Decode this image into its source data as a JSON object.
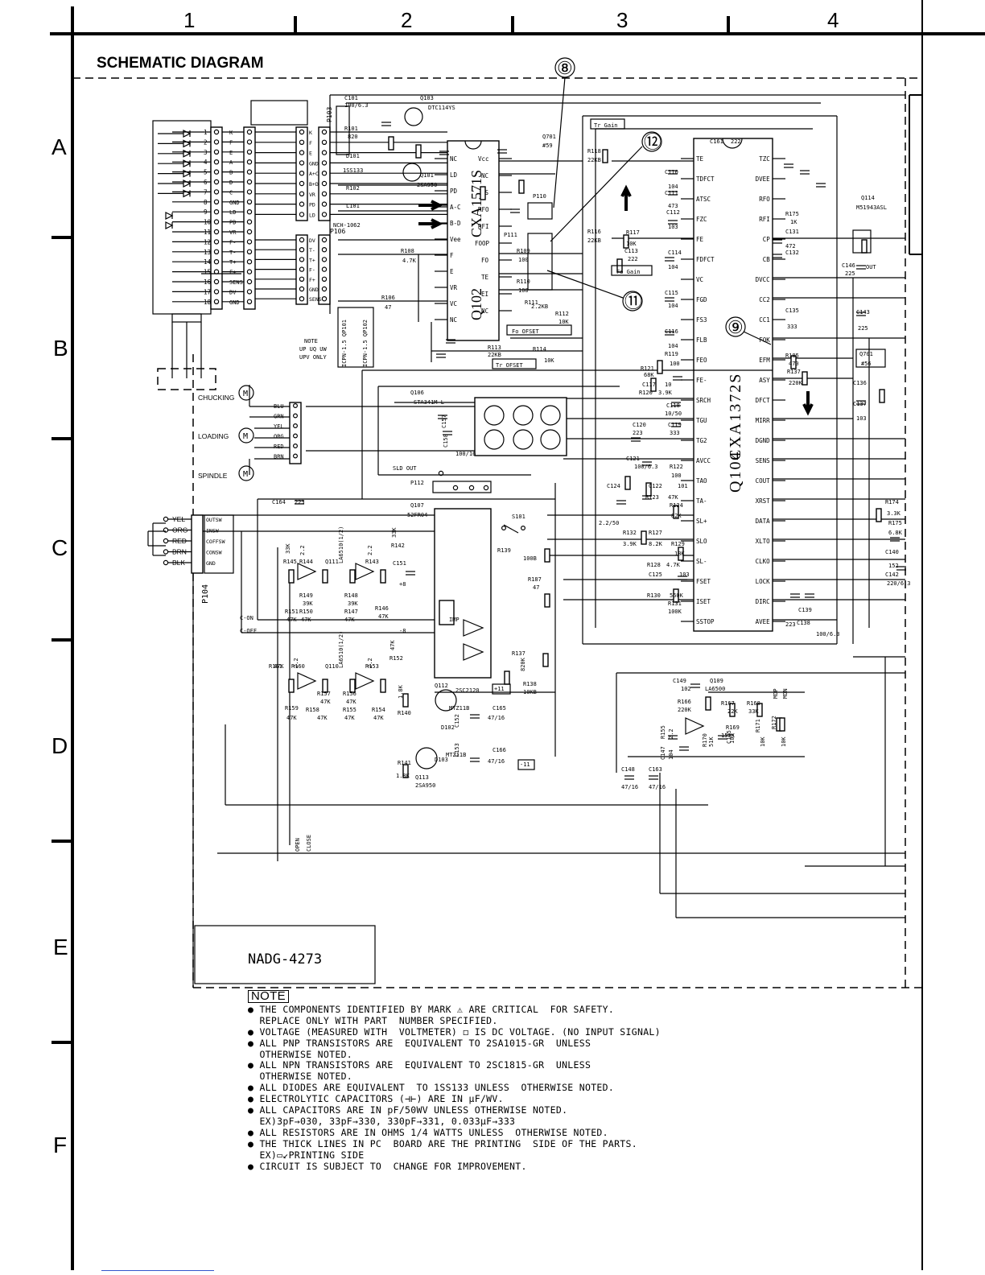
{
  "title": "SCHEMATIC DIAGRAM",
  "columns": [
    "1",
    "2",
    "3",
    "4"
  ],
  "rows": [
    "A",
    "B",
    "C",
    "D",
    "E",
    "F"
  ],
  "callouts": [
    "⑧",
    "⑫",
    "⑪",
    "⑨"
  ],
  "ics": {
    "q102": {
      "part": "CXA1571S",
      "ref": "Q102",
      "pins_left": [
        "NC",
        "LD",
        "PD",
        "A-C",
        "B-D",
        "Vee",
        "F",
        "E",
        "VR",
        "VC",
        "NC"
      ],
      "pins_right": [
        "Vcc",
        "NC",
        "LS",
        "RFO",
        "RFI",
        "FOOP",
        "FO",
        "TE",
        "EI",
        "NC"
      ]
    },
    "q104": {
      "part": "CXA1372S",
      "ref": "Q104",
      "pins_left": [
        "TE",
        "TDFCT",
        "ATSC",
        "FZC",
        "FE",
        "FDFCT",
        "VC",
        "FGD",
        "FS3",
        "FLB",
        "FEO",
        "FE-",
        "SRCH",
        "TGU",
        "TG2",
        "AVCC",
        "TAO",
        "TA-",
        "SL+",
        "SLO",
        "SL-",
        "FSET",
        "ISET",
        "SSTOP"
      ],
      "pins_right": [
        "TZC",
        "DVEE",
        "RFO",
        "RFI",
        "CP",
        "CB",
        "DVCC",
        "CC2",
        "CC1",
        "FOK",
        "EFM",
        "ASY",
        "DFCT",
        "MIRR",
        "DGND",
        "SENS",
        "COUT",
        "XRST",
        "DATA",
        "XLTO",
        "CLKO",
        "LOCK",
        "DIRC",
        "AVEE"
      ]
    }
  },
  "connector_left": {
    "pins": [
      "1",
      "2",
      "3",
      "4",
      "5",
      "6",
      "7",
      "8",
      "9",
      "10",
      "11",
      "12",
      "13",
      "14",
      "15",
      "16",
      "17",
      "18"
    ],
    "signals": [
      "K",
      "F",
      "E",
      "A",
      "B",
      "D",
      "C",
      "GND",
      "LD",
      "PD",
      "VR",
      "F-",
      "T-",
      "T+",
      "F+",
      "SENS",
      "DV",
      "GND"
    ]
  },
  "connector_mid": {
    "ref": "P103",
    "signals": [
      "K",
      "F",
      "E",
      "GND",
      "A+C",
      "B+D",
      "VR",
      "PD",
      "LD"
    ]
  },
  "connector_p106": {
    "ref": "P106",
    "signals": [
      "DV",
      "T-",
      "T+",
      "F-",
      "F+",
      "GND",
      "SENS"
    ]
  },
  "motors": [
    "CHUCKING",
    "LOADING",
    "SPINDLE"
  ],
  "motor_wires": [
    "BLU",
    "GRN",
    "YEL",
    "ORG",
    "RED",
    "BRN"
  ],
  "switch_connector": {
    "ref": "P104",
    "colors": [
      "YEL",
      "ORG",
      "RED",
      "BRN",
      "BLK"
    ],
    "signals": [
      "OUTSW",
      "INSW",
      "COFFSW",
      "CONSW",
      "GND"
    ]
  },
  "component_labels": [
    {
      "id": "c101",
      "text": "C101"
    },
    {
      "id": "c101v",
      "text": "100/6.3"
    },
    {
      "id": "q103",
      "text": "Q103"
    },
    {
      "id": "q103p",
      "text": "DTC114YS"
    },
    {
      "id": "r101",
      "text": "R101"
    },
    {
      "id": "r101v",
      "text": "820"
    },
    {
      "id": "d101",
      "text": "D101"
    },
    {
      "id": "d101p",
      "text": "1SS133"
    },
    {
      "id": "q101",
      "text": "Q101"
    },
    {
      "id": "q101p",
      "text": "2SA950"
    },
    {
      "id": "r102",
      "text": "R102"
    },
    {
      "id": "l101",
      "text": "L101"
    },
    {
      "id": "l101p",
      "text": "NCH-1062"
    },
    {
      "id": "r108",
      "text": "R108"
    },
    {
      "id": "r108v",
      "text": "4.7K"
    },
    {
      "id": "r106",
      "text": "R106"
    },
    {
      "id": "r106v",
      "text": "47"
    },
    {
      "id": "q701",
      "text": "Q701"
    },
    {
      "id": "q701v",
      "text": "#59"
    },
    {
      "id": "p110",
      "text": "P110"
    },
    {
      "id": "p111",
      "text": "P111"
    },
    {
      "id": "r109",
      "text": "R109"
    },
    {
      "id": "r109v",
      "text": "100"
    },
    {
      "id": "r110",
      "text": "R110"
    },
    {
      "id": "r110v",
      "text": "100"
    },
    {
      "id": "r111",
      "text": "R111"
    },
    {
      "id": "r111v",
      "text": "2.2KB"
    },
    {
      "id": "r112",
      "text": "R112"
    },
    {
      "id": "r112v",
      "text": "10K"
    },
    {
      "id": "r113",
      "text": "R113"
    },
    {
      "id": "r113v",
      "text": "22KB"
    },
    {
      "id": "r114",
      "text": "R114"
    },
    {
      "id": "r114v",
      "text": "10K"
    },
    {
      "id": "fo_ofset",
      "text": "Fo OFSET"
    },
    {
      "id": "tr_ofset",
      "text": "Tr OFSET"
    },
    {
      "id": "tr_gain",
      "text": "Tr Gain"
    },
    {
      "id": "fo_gain",
      "text": "Fo Gain"
    },
    {
      "id": "r118",
      "text": "R118"
    },
    {
      "id": "r118v",
      "text": "22KB"
    },
    {
      "id": "r116",
      "text": "R116"
    },
    {
      "id": "r116v",
      "text": "22KB"
    },
    {
      "id": "r117",
      "text": "R117"
    },
    {
      "id": "r117v",
      "text": "10K"
    },
    {
      "id": "c110",
      "text": "C110"
    },
    {
      "id": "c110v",
      "text": "104"
    },
    {
      "id": "c111",
      "text": "C111"
    },
    {
      "id": "c111v",
      "text": "473"
    },
    {
      "id": "c112",
      "text": "C112"
    },
    {
      "id": "c112v",
      "text": "103"
    },
    {
      "id": "c113",
      "text": "C113"
    },
    {
      "id": "c113v",
      "text": "222"
    },
    {
      "id": "c114",
      "text": "C114"
    },
    {
      "id": "c114v",
      "text": "104"
    },
    {
      "id": "c115",
      "text": "C115"
    },
    {
      "id": "c115v",
      "text": "104"
    },
    {
      "id": "c116",
      "text": "C116"
    },
    {
      "id": "c116v",
      "text": "104"
    },
    {
      "id": "r119",
      "text": "R119"
    },
    {
      "id": "r119v",
      "text": "100"
    },
    {
      "id": "r121",
      "text": "R121"
    },
    {
      "id": "r121v",
      "text": "68K"
    },
    {
      "id": "c117",
      "text": "C117"
    },
    {
      "id": "c117v",
      "text": "10"
    },
    {
      "id": "r120",
      "text": "R120"
    },
    {
      "id": "r120v",
      "text": "3.9K"
    },
    {
      "id": "c118",
      "text": "C118"
    },
    {
      "id": "c118v",
      "text": "10/50"
    },
    {
      "id": "c119",
      "text": "C119"
    },
    {
      "id": "c119v",
      "text": "333"
    },
    {
      "id": "c120",
      "text": "C120"
    },
    {
      "id": "c120v",
      "text": "223"
    },
    {
      "id": "c121",
      "text": "C121"
    },
    {
      "id": "c121v",
      "text": "100/6.3"
    },
    {
      "id": "r122",
      "text": "R122"
    },
    {
      "id": "r122v",
      "text": "100"
    },
    {
      "id": "c122",
      "text": "C122"
    },
    {
      "id": "c122v",
      "text": "101"
    },
    {
      "id": "r123",
      "text": "R123"
    },
    {
      "id": "r123v",
      "text": "47K"
    },
    {
      "id": "r124",
      "text": "R124"
    },
    {
      "id": "r124v",
      "text": "82K"
    },
    {
      "id": "c124",
      "text": "C124"
    },
    {
      "id": "c124v",
      "text": "2.2/50"
    },
    {
      "id": "r132",
      "text": "R132"
    },
    {
      "id": "r132v",
      "text": "3.9K"
    },
    {
      "id": "r127",
      "text": "R127"
    },
    {
      "id": "r127v",
      "text": "8.2K"
    },
    {
      "id": "r129",
      "text": "R129"
    },
    {
      "id": "r129v",
      "text": "18K"
    },
    {
      "id": "r128",
      "text": "R128"
    },
    {
      "id": "r128v",
      "text": "4.7K"
    },
    {
      "id": "c125",
      "text": "C125"
    },
    {
      "id": "c125v",
      "text": "103"
    },
    {
      "id": "r130",
      "text": "R130"
    },
    {
      "id": "r130v",
      "text": "560K"
    },
    {
      "id": "r131",
      "text": "R131"
    },
    {
      "id": "r131v",
      "text": "100K"
    },
    {
      "id": "c161",
      "text": "C161"
    },
    {
      "id": "c161v",
      "text": "222"
    },
    {
      "id": "r175",
      "text": "R175"
    },
    {
      "id": "r175v",
      "text": "1K"
    },
    {
      "id": "c131",
      "text": "C131"
    },
    {
      "id": "c131v",
      "text": "472"
    },
    {
      "id": "c132",
      "text": "C132"
    },
    {
      "id": "c135",
      "text": "C135"
    },
    {
      "id": "c135v",
      "text": "333"
    },
    {
      "id": "r185",
      "text": "R185"
    },
    {
      "id": "r185v",
      "text": "470"
    },
    {
      "id": "r137",
      "text": "R137"
    },
    {
      "id": "r137v",
      "text": "220K"
    },
    {
      "id": "c138",
      "text": "C138"
    },
    {
      "id": "c138v",
      "text": "223"
    },
    {
      "id": "c139",
      "text": "C139"
    },
    {
      "id": "avee_v",
      "text": "100/6.3"
    },
    {
      "id": "q114",
      "text": "Q114"
    },
    {
      "id": "q114p",
      "text": "M51943ASL"
    },
    {
      "id": "c146",
      "text": "C146"
    },
    {
      "id": "c146v",
      "text": "225"
    },
    {
      "id": "q114out",
      "text": "OUT"
    },
    {
      "id": "c143",
      "text": "C143"
    },
    {
      "id": "c143v",
      "text": "225"
    },
    {
      "id": "q701b",
      "text": "Q701"
    },
    {
      "id": "q701bv",
      "text": "#56"
    },
    {
      "id": "c136",
      "text": "C136"
    },
    {
      "id": "c137",
      "text": "C137"
    },
    {
      "id": "c137v",
      "text": "103"
    },
    {
      "id": "r174",
      "text": "R174"
    },
    {
      "id": "r174v",
      "text": "3.3K"
    },
    {
      "id": "r175b",
      "text": "R175"
    },
    {
      "id": "r175bv",
      "text": "6.8K"
    },
    {
      "id": "c140",
      "text": "C140"
    },
    {
      "id": "c140v",
      "text": "152"
    },
    {
      "id": "c142",
      "text": "C142"
    },
    {
      "id": "c142v",
      "text": "220/6.3"
    },
    {
      "id": "q106",
      "text": "Q106"
    },
    {
      "id": "q106p",
      "text": "STA341M-L"
    },
    {
      "id": "c157",
      "text": "C157"
    },
    {
      "id": "c158",
      "text": "C158"
    },
    {
      "id": "c158v",
      "text": "100/16"
    },
    {
      "id": "sld_out",
      "text": "SLD OUT"
    },
    {
      "id": "p112",
      "text": "P112"
    },
    {
      "id": "q107",
      "text": "Q107"
    },
    {
      "id": "q107p",
      "text": "52FR04"
    },
    {
      "id": "s101",
      "text": "S101"
    },
    {
      "id": "r139",
      "text": "R139"
    },
    {
      "id": "r139v",
      "text": "100B"
    },
    {
      "id": "r187",
      "text": "R187"
    },
    {
      "id": "r187v",
      "text": "47"
    },
    {
      "id": "r137b",
      "text": "R137"
    },
    {
      "id": "r137bv",
      "text": "820K"
    },
    {
      "id": "r138",
      "text": "R138"
    },
    {
      "id": "r138v",
      "text": "10KB"
    },
    {
      "id": "imp",
      "text": "IMP"
    },
    {
      "id": "c164",
      "text": "C164"
    },
    {
      "id": "c164v",
      "text": "223"
    },
    {
      "id": "c151",
      "text": "C151"
    },
    {
      "id": "q111",
      "text": "Q111"
    },
    {
      "id": "q111p",
      "text": "LA6510(1/2)"
    },
    {
      "id": "q110",
      "text": "Q110"
    },
    {
      "id": "q110p",
      "text": "LA6510(1/2)"
    },
    {
      "id": "r145",
      "text": "R145"
    },
    {
      "id": "r145v",
      "text": "33K"
    },
    {
      "id": "r144",
      "text": "R144"
    },
    {
      "id": "r144v",
      "text": "2.2"
    },
    {
      "id": "r143",
      "text": "R143"
    },
    {
      "id": "r143v",
      "text": "2.2"
    },
    {
      "id": "r142",
      "text": "R142"
    },
    {
      "id": "r142v",
      "text": "33K"
    },
    {
      "id": "r149",
      "text": "R149"
    },
    {
      "id": "r149v",
      "text": "39K"
    },
    {
      "id": "r148",
      "text": "R148"
    },
    {
      "id": "r148v",
      "text": "39K"
    },
    {
      "id": "r151",
      "text": "R151"
    },
    {
      "id": "r151v",
      "text": "47K"
    },
    {
      "id": "r150",
      "text": "R150"
    },
    {
      "id": "r150v",
      "text": "47K"
    },
    {
      "id": "r147",
      "text": "R147"
    },
    {
      "id": "r147v",
      "text": "47K"
    },
    {
      "id": "r146",
      "text": "R146"
    },
    {
      "id": "r146v",
      "text": "47K"
    },
    {
      "id": "c_on",
      "text": "C-ON"
    },
    {
      "id": "c_off",
      "text": "C-OFF"
    },
    {
      "id": "r161",
      "text": "R161"
    },
    {
      "id": "r161v",
      "text": "47K"
    },
    {
      "id": "r160",
      "text": "R160"
    },
    {
      "id": "r160v",
      "text": "2.2"
    },
    {
      "id": "r153",
      "text": "R153"
    },
    {
      "id": "r153v",
      "text": "2.2"
    },
    {
      "id": "r152",
      "text": "R152"
    },
    {
      "id": "r152v",
      "text": "47K"
    },
    {
      "id": "r157",
      "text": "R157"
    },
    {
      "id": "r157v",
      "text": "47K"
    },
    {
      "id": "r156",
      "text": "R156"
    },
    {
      "id": "r156v",
      "text": "47K"
    },
    {
      "id": "r159",
      "text": "R159"
    },
    {
      "id": "r159v",
      "text": "47K"
    },
    {
      "id": "r158",
      "text": "R158"
    },
    {
      "id": "r158v",
      "text": "47K"
    },
    {
      "id": "r155b",
      "text": "R155"
    },
    {
      "id": "r155bv",
      "text": "47K"
    },
    {
      "id": "r154",
      "text": "R154"
    },
    {
      "id": "r154v",
      "text": "47K"
    },
    {
      "id": "r140",
      "text": "R140"
    },
    {
      "id": "r140v",
      "text": "1.8K"
    },
    {
      "id": "r141",
      "text": "R141"
    },
    {
      "id": "r141v",
      "text": "1.8K"
    },
    {
      "id": "q112",
      "text": "Q112"
    },
    {
      "id": "q112p",
      "text": "2SC2120"
    },
    {
      "id": "q113",
      "text": "Q113"
    },
    {
      "id": "q113p",
      "text": "2SA950"
    },
    {
      "id": "d102",
      "text": "D102"
    },
    {
      "id": "d103",
      "text": "D103"
    },
    {
      "id": "mtz1",
      "text": "MTZ11B"
    },
    {
      "id": "mtz2",
      "text": "MTZ11B"
    },
    {
      "id": "c152",
      "text": "C152"
    },
    {
      "id": "c153",
      "text": "C153"
    },
    {
      "id": "c165",
      "text": "C165"
    },
    {
      "id": "c165v",
      "text": "47/16"
    },
    {
      "id": "c166",
      "text": "C166"
    },
    {
      "id": "c166v",
      "text": "47/16"
    },
    {
      "id": "p11",
      "text": "+11"
    },
    {
      "id": "m11",
      "text": "-11"
    },
    {
      "id": "p8",
      "text": "+8"
    },
    {
      "id": "m8",
      "text": "-8"
    },
    {
      "id": "open",
      "text": "OPEN"
    },
    {
      "id": "close",
      "text": "CLOSE"
    },
    {
      "id": "c149",
      "text": "C149"
    },
    {
      "id": "c149v",
      "text": "102"
    },
    {
      "id": "q109",
      "text": "Q109"
    },
    {
      "id": "q109p",
      "text": "LA6500"
    },
    {
      "id": "r166",
      "text": "R166"
    },
    {
      "id": "r166v",
      "text": "220K"
    },
    {
      "id": "r167",
      "text": "R167"
    },
    {
      "id": "r167v",
      "text": "22K"
    },
    {
      "id": "r168",
      "text": "R168"
    },
    {
      "id": "r168v",
      "text": "33K"
    },
    {
      "id": "r169",
      "text": "R169"
    },
    {
      "id": "r169v",
      "text": "150K"
    },
    {
      "id": "r170",
      "text": "R170"
    },
    {
      "id": "r170v",
      "text": "51K"
    },
    {
      "id": "r171",
      "text": "R171"
    },
    {
      "id": "r171v",
      "text": "10K"
    },
    {
      "id": "r172",
      "text": "R172"
    },
    {
      "id": "r172v",
      "text": "10K"
    },
    {
      "id": "r155c",
      "text": "R155"
    },
    {
      "id": "r155cv",
      "text": "2.2"
    },
    {
      "id": "c147",
      "text": "C147"
    },
    {
      "id": "c147v",
      "text": "104"
    },
    {
      "id": "c145",
      "text": "C145"
    },
    {
      "id": "c145v",
      "text": "103"
    },
    {
      "id": "c148",
      "text": "C148"
    },
    {
      "id": "c148v",
      "text": "47/16"
    },
    {
      "id": "c163",
      "text": "C163"
    },
    {
      "id": "c163v",
      "text": "47/16"
    },
    {
      "id": "mdp",
      "text": "MDP"
    },
    {
      "id": "mdn",
      "text": "MDN"
    },
    {
      "id": "note_small",
      "text": "NOTE"
    },
    {
      "id": "note_small2",
      "text": "UP UQ UW"
    },
    {
      "id": "note_small3",
      "text": "UPV ONLY"
    },
    {
      "id": "icpn1",
      "text": "ICPN-1.5 QP101"
    },
    {
      "id": "icpn2",
      "text": "ICPN-1.5 QP102"
    }
  ],
  "board_id": "NADG-4273",
  "notes_header": "NOTE",
  "notes": [
    "● THE COMPONENTS IDENTIFIED BY MARK ⚠ ARE CRITICAL  FOR SAFETY.",
    "  REPLACE ONLY WITH PART  NUMBER SPECIFIED.",
    "● VOLTAGE (MEASURED WITH  VOLTMETER) ◻ IS DC VOLTAGE. (NO INPUT SIGNAL)",
    "● ALL PNP TRANSISTORS ARE  EQUIVALENT TO 2SA1015-GR  UNLESS",
    "  OTHERWISE NOTED.",
    "● ALL NPN TRANSISTORS ARE  EQUIVALENT TO 2SC1815-GR  UNLESS",
    "  OTHERWISE NOTED.",
    "● ALL DIODES ARE EQUIVALENT  TO 1SS133 UNLESS  OTHERWISE NOTED.",
    "● ELECTROLYTIC CAPACITORS (⊣⊢) ARE IN μF/WV.",
    "● ALL CAPACITORS ARE IN pF/50WV UNLESS OTHERWISE NOTED.",
    "  EX)3pF→030, 33pF→330, 330pF→331, 0.033μF→333",
    "● ALL RESISTORS ARE IN OHMS 1/4 WATTS UNLESS  OTHERWISE NOTED.",
    "● THE THICK LINES IN PC  BOARD ARE THE PRINTING  SIDE OF THE PARTS.",
    "  EX)▭↙PRINTING SIDE",
    "● CIRCUIT IS SUBJECT TO  CHANGE FOR IMPROVEMENT."
  ]
}
